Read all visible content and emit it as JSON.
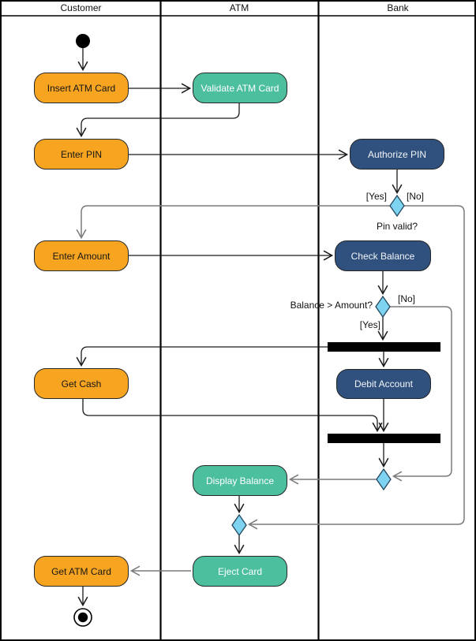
{
  "lanes": [
    {
      "label": "Customer"
    },
    {
      "label": "ATM"
    },
    {
      "label": "Bank"
    }
  ],
  "nodes": {
    "insert_atm_card": "Insert ATM Card",
    "validate_atm_card": "Validate ATM Card",
    "enter_pin": "Enter PIN",
    "authorize_pin": "Authorize PIN",
    "enter_amount": "Enter Amount",
    "check_balance": "Check Balance",
    "get_cash": "Get Cash",
    "debit_account": "Debit Account",
    "display_balance": "Display Balance",
    "eject_card": "Eject Card",
    "get_atm_card": "Get ATM Card"
  },
  "labels": {
    "pin_yes": "[Yes]",
    "pin_no": "[No]",
    "pin_question": "Pin valid?",
    "balance_question": "Balance > Amount?",
    "balance_yes": "[Yes]",
    "balance_no": "[No]"
  },
  "colors": {
    "orange": "#F7A521",
    "teal": "#4CBF9F",
    "blue": "#30517E",
    "diamond": "#7ED3F0",
    "diamond-border": "#24465E",
    "edge-dark": "#1a1a1a",
    "edge-gray": "#7a7a7a"
  }
}
